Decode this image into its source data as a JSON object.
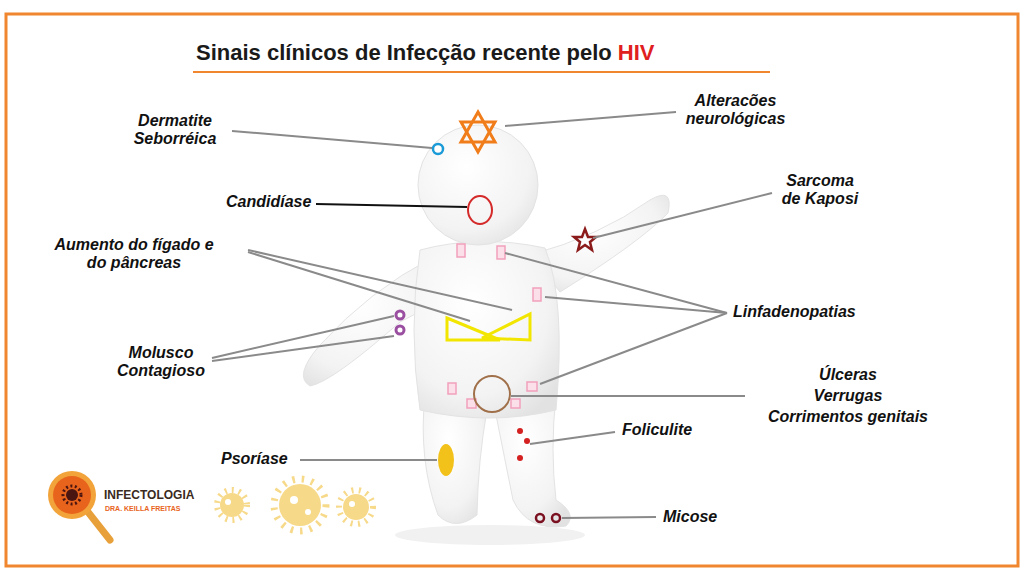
{
  "diagram": {
    "title": "Sinais clínicos de Infecção recente pelo HIV",
    "labels": [
      "Dermatite Seborréica",
      "Alteracões neurológicas",
      "Candidíase",
      "Sarcoma de Kaposi",
      "Aumento do fígado e do pâncreas",
      "Linfadenopatias",
      "Molusco Contagioso",
      "Úlceras",
      "Verrugas",
      "Corrimentos genitais",
      "Foliculite",
      "Psoríase",
      "Micose",
      "INFECTOLOGIA",
      "DRA. KEILLA FREITAS"
    ]
  }
}
